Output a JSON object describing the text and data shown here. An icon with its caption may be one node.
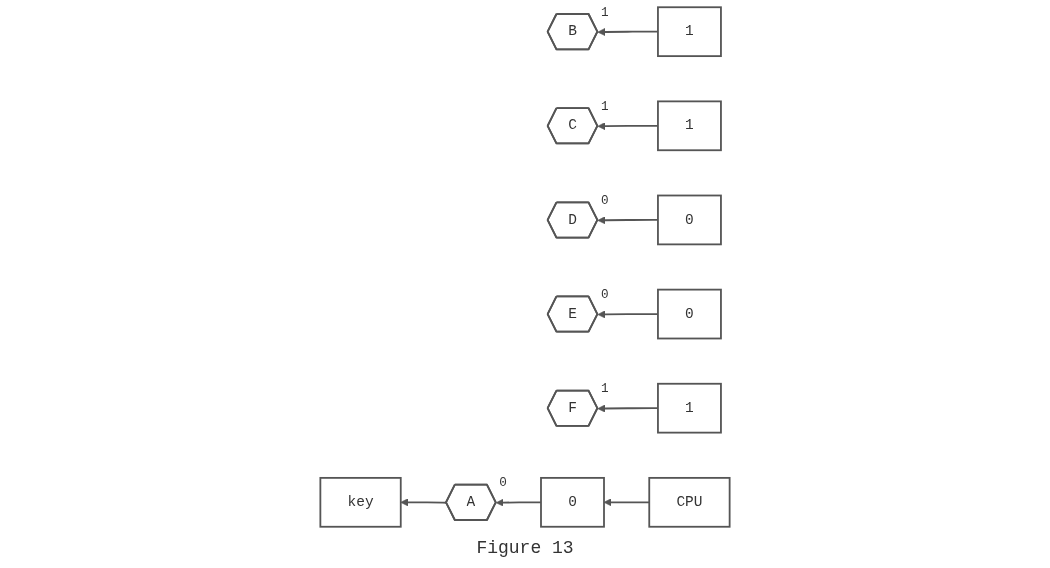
{
  "diagram": {
    "caption": "Figure 13",
    "nodes": [
      {
        "text": [
          "A"
        ],
        "beside": [
          "0"
        ]
      },
      {
        "text": [
          "B"
        ],
        "beside": [
          "1"
        ]
      },
      {
        "text": [
          "C"
        ],
        "beside": [
          "1"
        ]
      },
      {
        "text": [
          "D"
        ],
        "beside": [
          "0"
        ]
      },
      {
        "text": [
          "E"
        ],
        "beside": [
          "0"
        ]
      },
      {
        "text": [
          "F"
        ],
        "beside": [
          "1"
        ]
      },
      {
        "text": [
          "key"
        ]
      },
      {
        "text": [
          "CPU"
        ]
      },
      {
        "text": [
          "0"
        ]
      },
      {
        "text": [
          "1"
        ]
      },
      {
        "text": [
          "1"
        ]
      },
      {
        "text": [
          "0"
        ]
      },
      {
        "text": [
          "0"
        ]
      },
      {
        "text": [
          "1"
        ]
      }
    ],
    "edges": [
      {
        "from": 0,
        "to": 6,
        "arrow": "to"
      },
      {
        "from": 7,
        "to": 8,
        "arrow": "to"
      },
      {
        "from": 8,
        "to": 0,
        "arrow": "to"
      },
      {
        "from": 9,
        "to": 1,
        "arrow": "to"
      },
      {
        "from": 10,
        "to": 2,
        "arrow": "to"
      },
      {
        "from": 11,
        "to": 3,
        "arrow": "to"
      },
      {
        "from": 12,
        "to": 4,
        "arrow": "to"
      },
      {
        "from": 13,
        "to": 5,
        "arrow": "to"
      }
    ]
  }
}
